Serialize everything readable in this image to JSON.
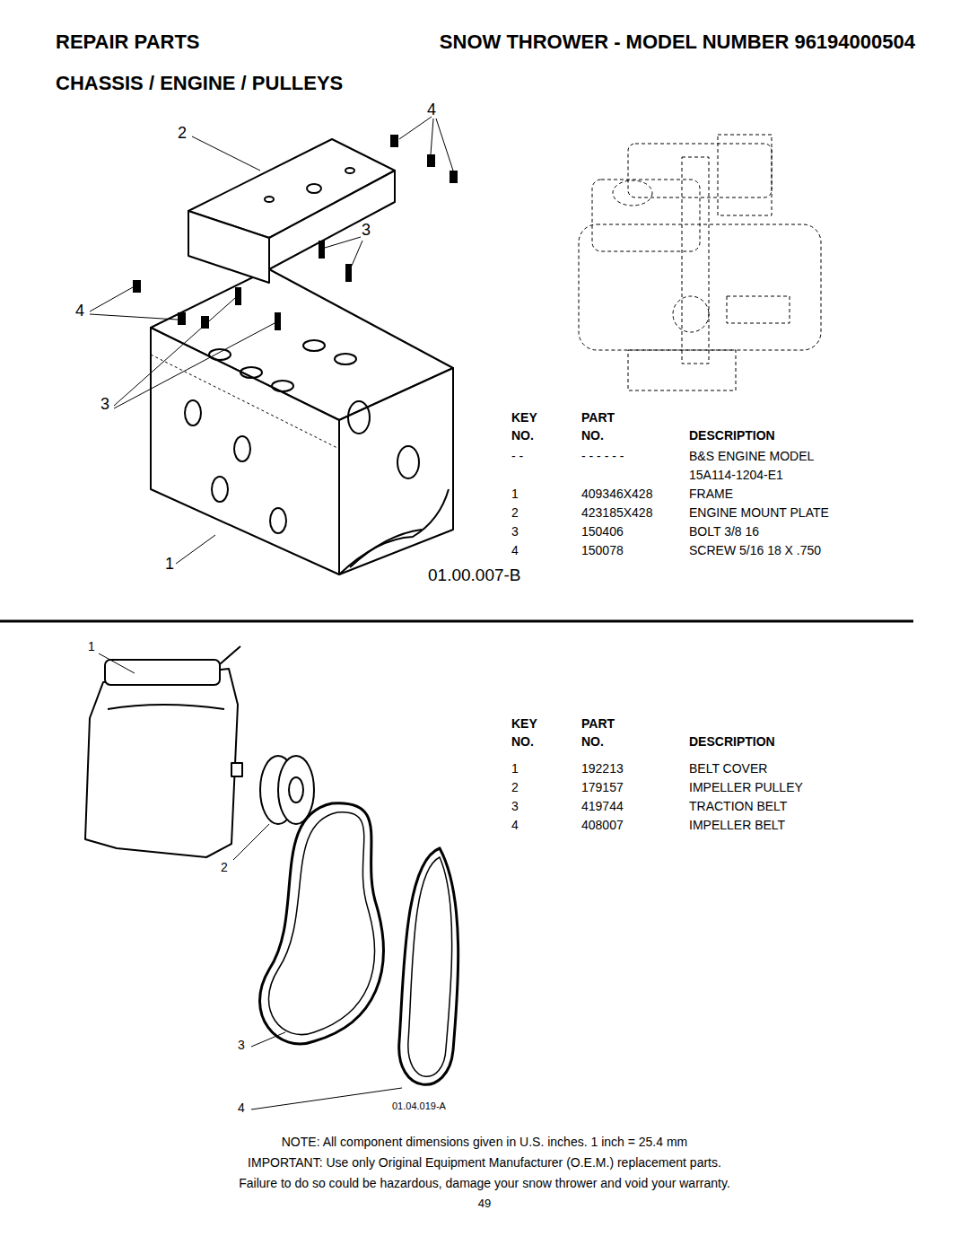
{
  "diagram": {
    "title": "CHASSIS / ENGINE / PULLEYS",
    "labels": [
      "REPAIR PARTS",
      "SNOW THROWER - MODEL NUMBER 96194000504",
      "4",
      "2",
      "3",
      "4",
      "3",
      "1",
      "01.00.007-B",
      "KEY",
      "PART",
      "NO.",
      "NO.",
      "DESCRIPTION",
      "- -",
      "- - - - - -",
      "B&S ENGINE MODEL",
      "15A114-1204-E1",
      "1",
      "409346X428",
      "FRAME",
      "2",
      "423185X428",
      "ENGINE MOUNT PLATE",
      "3",
      "150406",
      "BOLT 3/8 16",
      "4",
      "150078",
      "SCREW 5/16 18 X .750",
      "1",
      "2",
      "3",
      "4",
      "01.04.019-A",
      "KEY",
      "PART",
      "NO.",
      "NO.",
      "DESCRIPTION",
      "1",
      "192213",
      "BELT COVER",
      "2",
      "179157",
      "IMPELLER PULLEY",
      "3",
      "419744",
      "TRACTION BELT",
      "4",
      "408007",
      "IMPELLER BELT",
      "NOTE: All component dimensions given in U.S. inches. 1 inch = 25.4 mm",
      "IMPORTANT: Use only Original Equipment Manufacturer (O.E.M.) replacement parts.",
      "Failure to do so could be hazardous, damage your snow thrower and void your warranty.",
      "49"
    ]
  }
}
